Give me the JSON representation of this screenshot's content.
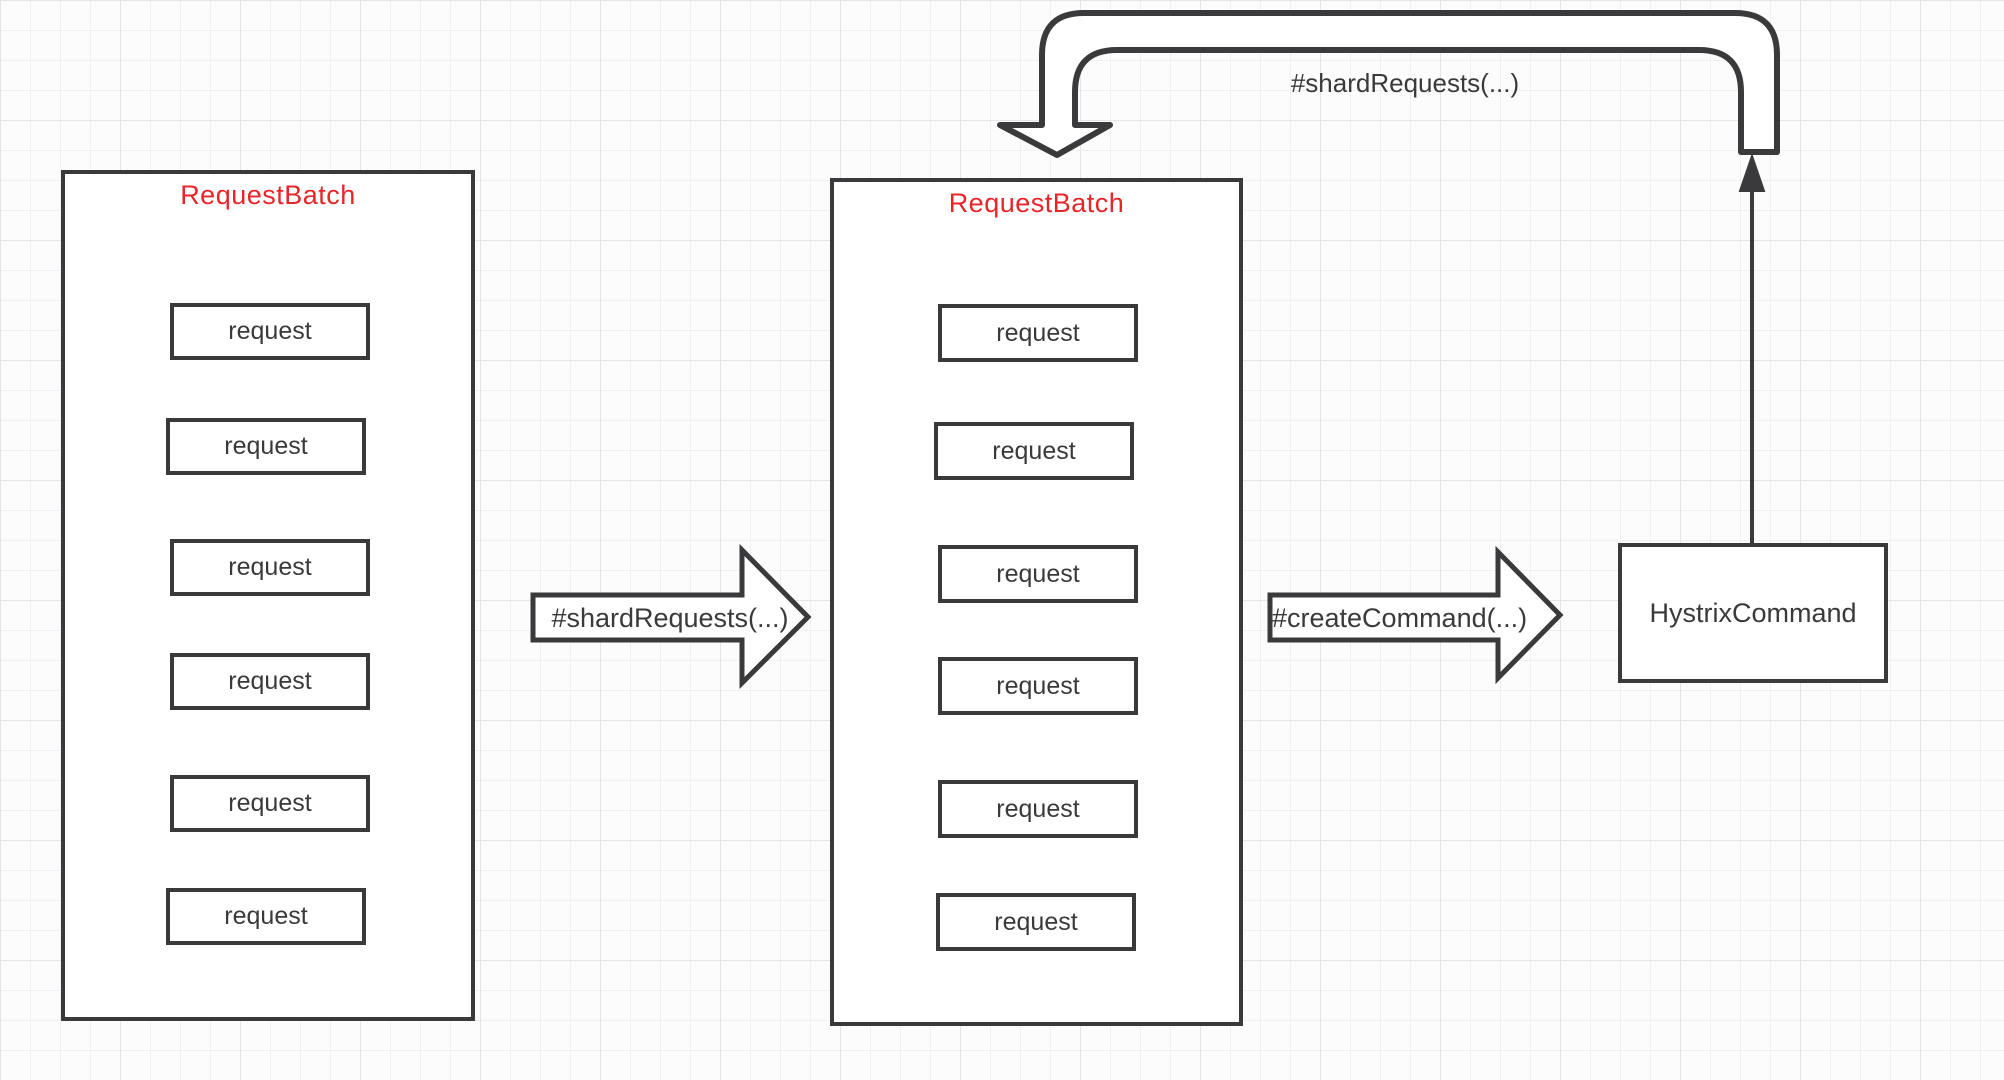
{
  "diagram": {
    "left_batch": {
      "title": "RequestBatch",
      "requests": [
        "request",
        "request",
        "request",
        "request",
        "request",
        "request"
      ]
    },
    "middle_batch": {
      "title": "RequestBatch",
      "requests": [
        "request",
        "request",
        "request",
        "request",
        "request",
        "request"
      ]
    },
    "hystrix": {
      "label": "HystrixCommand"
    },
    "labels": {
      "shard_arrow": "#shardRequests(...)",
      "create_arrow": "#createCommand(...)",
      "top_return_arrow": "#shardRequests(...)"
    },
    "colors": {
      "title_red": "#e8262a",
      "stroke_dark": "#3a3a3c",
      "background": "#fcfcfd",
      "grid_minor": "#f0f0f3",
      "grid_major": "#e4e4e9"
    }
  }
}
